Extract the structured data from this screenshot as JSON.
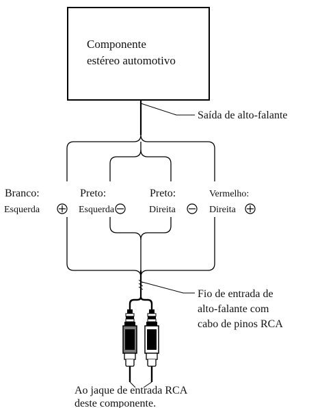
{
  "component_box": {
    "line1": "Componente",
    "line2": "estéreo automotivo"
  },
  "speaker_output_label": "Saída de alto-falante",
  "channels": [
    {
      "color": "Branco:",
      "side": "Esquerda",
      "polarity": "+"
    },
    {
      "color": "Preto:",
      "side": "Esquerda",
      "polarity": "-"
    },
    {
      "color": "Preto:",
      "side": "Direita",
      "polarity": "-"
    },
    {
      "color": "Vermelho:",
      "side": "Direita",
      "polarity": "+"
    }
  ],
  "input_wire_label": {
    "line1": "Fio de entrada de",
    "line2": "alto-falante com",
    "line3": "cabo de pinos RCA"
  },
  "rca_jack_label": {
    "line1": "Ao jaque de entrada RCA",
    "line2": "deste componente."
  }
}
